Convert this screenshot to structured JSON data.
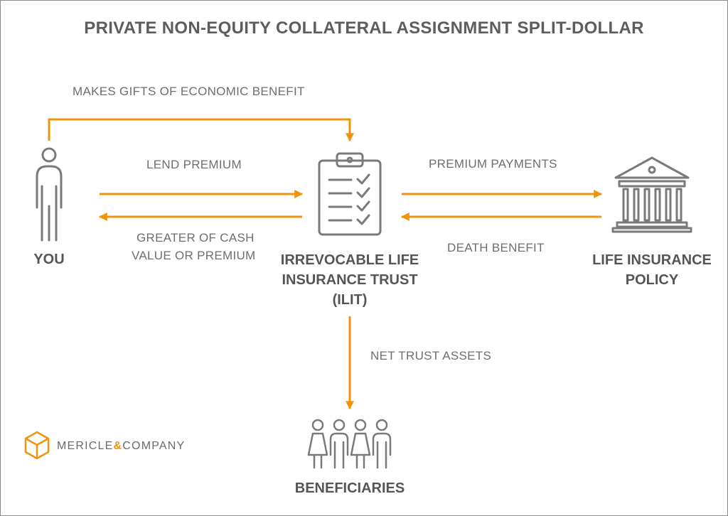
{
  "title": "PRIVATE NON-EQUITY COLLATERAL ASSIGNMENT SPLIT-DOLLAR",
  "colors": {
    "accent": "#f0950b",
    "icon": "#7a7a7a",
    "text": "#6e6e6e",
    "heading": "#555555"
  },
  "nodes": {
    "you": {
      "label": "YOU",
      "icon": "person-icon"
    },
    "trust": {
      "label_lines": [
        "IRREVOCABLE LIFE",
        "INSURANCE TRUST",
        "(ILIT)"
      ],
      "icon": "clipboard-checklist-icon"
    },
    "policy": {
      "label_lines": [
        "LIFE INSURANCE",
        "POLICY"
      ],
      "icon": "bank-building-icon"
    },
    "beneficiaries": {
      "label": "BENEFICIARIES",
      "icon": "people-group-icon"
    }
  },
  "flows": {
    "gifts": "MAKES GIFTS OF ECONOMIC BENEFIT",
    "lend": "LEND PREMIUM",
    "repay_lines": [
      "GREATER OF CASH",
      "VALUE OR PREMIUM"
    ],
    "premium_payments": "PREMIUM PAYMENTS",
    "death_benefit": "DEATH BENEFIT",
    "net_assets": "NET TRUST ASSETS"
  },
  "logo": {
    "name_part1": "MERICLE",
    "amp": "&",
    "name_part2": "COMPANY",
    "icon": "cube-logo-icon"
  }
}
